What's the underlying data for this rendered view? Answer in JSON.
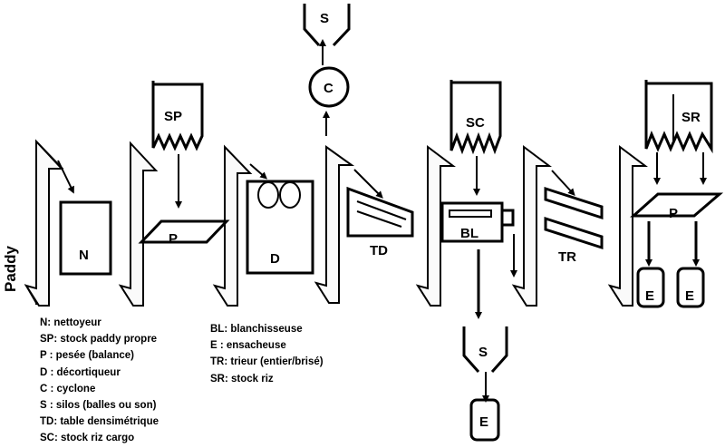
{
  "diagram": {
    "input_label": "Paddy",
    "units": {
      "N": "N",
      "SP": "SP",
      "P1": "P",
      "D": "D",
      "C": "C",
      "S_top": "S",
      "TD": "TD",
      "SC": "SC",
      "BL": "BL",
      "S_bottom": "S",
      "E_bottom": "E",
      "TR": "TR",
      "SR": "SR",
      "P2": "P",
      "E_left": "E",
      "E_right": "E"
    }
  },
  "legend": {
    "left": [
      "N: nettoyeur",
      "SP: stock paddy propre",
      "P  : pesée (balance)",
      "D  : décortiqueur",
      "C  : cyclone",
      "S  : silos (balles ou son)",
      "TD: table densimétrique",
      "SC: stock riz cargo"
    ],
    "right": [
      "BL: blanchisseuse",
      "E  : ensacheuse",
      "TR: trieur (entier/brisé)",
      "SR: stock riz"
    ]
  }
}
